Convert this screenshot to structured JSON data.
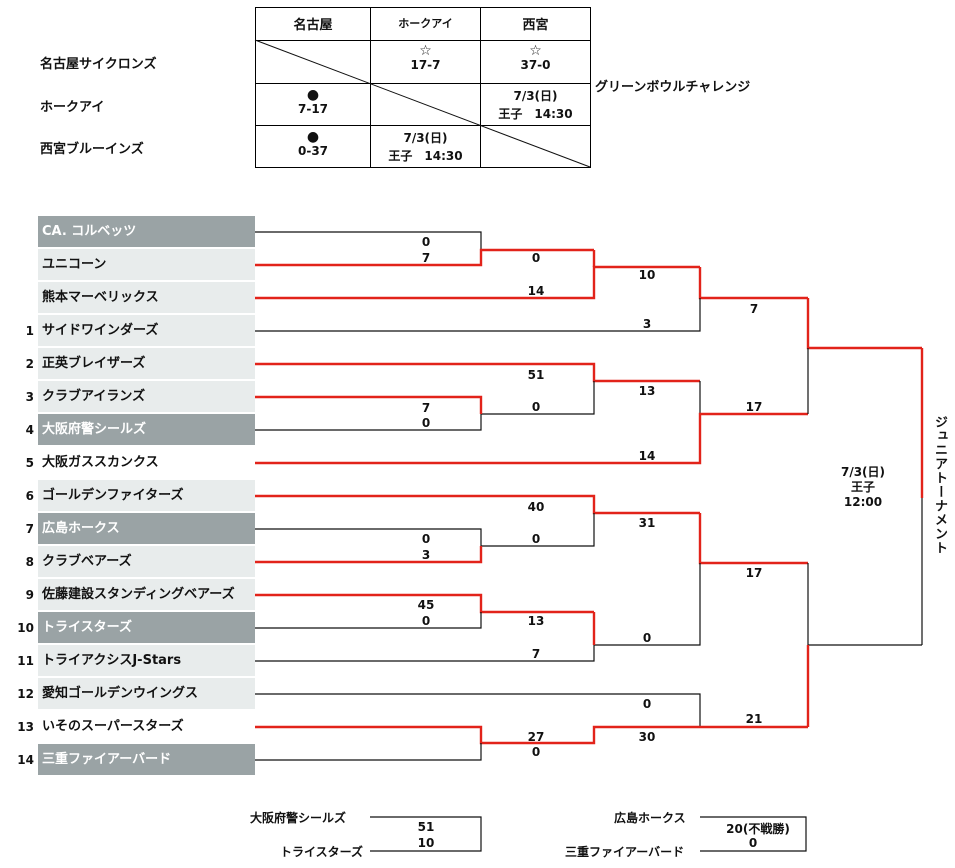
{
  "league": {
    "title": "グリーンボウルチャレンジ",
    "columns": [
      "名古屋",
      "ホークアイ",
      "西宮"
    ],
    "rows": [
      "名古屋サイクロンズ",
      "ホークアイ",
      "西宮ブルーインズ"
    ],
    "cells": {
      "r0c1_sym": "☆",
      "r0c1_score": "17-7",
      "r0c2_sym": "☆",
      "r0c2_score": "37-0",
      "r1c0_sym": "●",
      "r1c0_score": "7-17",
      "r1c2_date": "7/3(日)",
      "r1c2_place": "王子　14:30",
      "r2c0_sym": "●",
      "r2c0_score": "0-37",
      "r2c1_date": "7/3(日)",
      "r2c1_place": "王子　14:30"
    }
  },
  "teams": [
    {
      "seed": "",
      "name": "CA. コルベッツ"
    },
    {
      "seed": "",
      "name": "ユニコーン"
    },
    {
      "seed": "",
      "name": "熊本マーベリックス"
    },
    {
      "seed": "1",
      "name": "サイドワインダーズ"
    },
    {
      "seed": "2",
      "name": "正英ブレイザーズ"
    },
    {
      "seed": "3",
      "name": "クラブアイランズ"
    },
    {
      "seed": "4",
      "name": "大阪府警シールズ"
    },
    {
      "seed": "5",
      "name": "大阪ガススカンクス"
    },
    {
      "seed": "6",
      "name": "ゴールデンファイターズ"
    },
    {
      "seed": "7",
      "name": "広島ホークス"
    },
    {
      "seed": "8",
      "name": "クラブベアーズ"
    },
    {
      "seed": "9",
      "name": "佐藤建設スタンディングベアーズ"
    },
    {
      "seed": "10",
      "name": "トライスターズ"
    },
    {
      "seed": "11",
      "name": "トライアクシスJ-Stars"
    },
    {
      "seed": "12",
      "name": "愛知ゴールデンウイングス"
    },
    {
      "seed": "13",
      "name": "いそのスーパースターズ"
    },
    {
      "seed": "14",
      "name": "三重ファイアーバード"
    }
  ],
  "scores": {
    "r1_a_top": "0",
    "r1_a_bot": "7",
    "r1_b_top": "7",
    "r1_b_bot": "0",
    "r1_c_top": "0",
    "r1_c_bot": "3",
    "r1_d_top": "45",
    "r1_d_bot": "0",
    "r1_e_top": "27",
    "r1_e_bot": "0",
    "r2_a_top": "0",
    "r2_a_bot": "14",
    "r2_b_top": "51",
    "r2_b_bot": "0",
    "r2_c_top": "40",
    "r2_c_bot": "0",
    "r2_d_top": "13",
    "r2_d_bot": "7",
    "r2_e_top": "0",
    "r2_e_bot": "30",
    "r3_a_top": "10",
    "r3_a_bot": "3",
    "r3_b_top": "13",
    "r3_b_bot": "14",
    "r3_c_top": "31",
    "r3_c_bot": "0",
    "r4_a_top": "7",
    "r4_a_bot": "17",
    "r4_b_top": "17",
    "r4_b_bot": "21"
  },
  "final": {
    "date": "7/3(日)",
    "place": "王子",
    "time": "12:00",
    "title": "ジュニアトーナメント"
  },
  "extra_games": [
    {
      "top_team": "大阪府警シールズ",
      "bottom_team": "トライスターズ",
      "top_score": "51",
      "bottom_score": "10"
    },
    {
      "top_team": "広島ホークス",
      "bottom_team": "三重ファイアーバード",
      "top_score": "20(不戦勝)",
      "bottom_score": "0"
    }
  ],
  "colors": {
    "winner_line": "#e2231a",
    "loser_line": "#111111",
    "dark_team": "#9aa3a5",
    "light_team": "#e8ecec"
  }
}
